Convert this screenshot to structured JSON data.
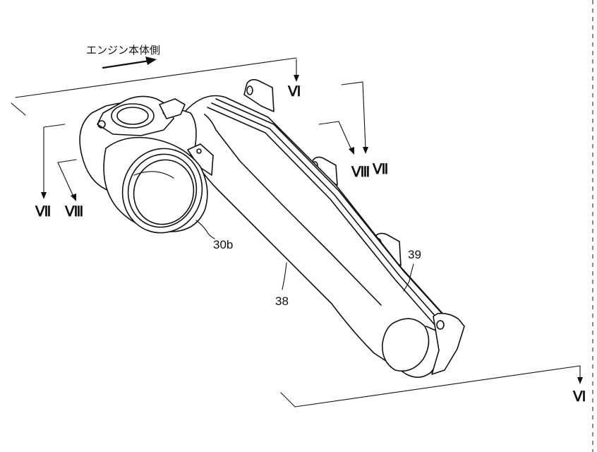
{
  "header": {
    "direction_label": "エンジン本体側"
  },
  "section_marks": {
    "vi_top": "Ⅵ",
    "vi_bottom": "Ⅵ",
    "vii_left": "Ⅶ",
    "viii_left": "Ⅷ",
    "vii_right": "Ⅶ",
    "viii_right": "Ⅷ"
  },
  "reference_labels": {
    "inlet": "30b",
    "duct": "38",
    "flange": "39"
  }
}
